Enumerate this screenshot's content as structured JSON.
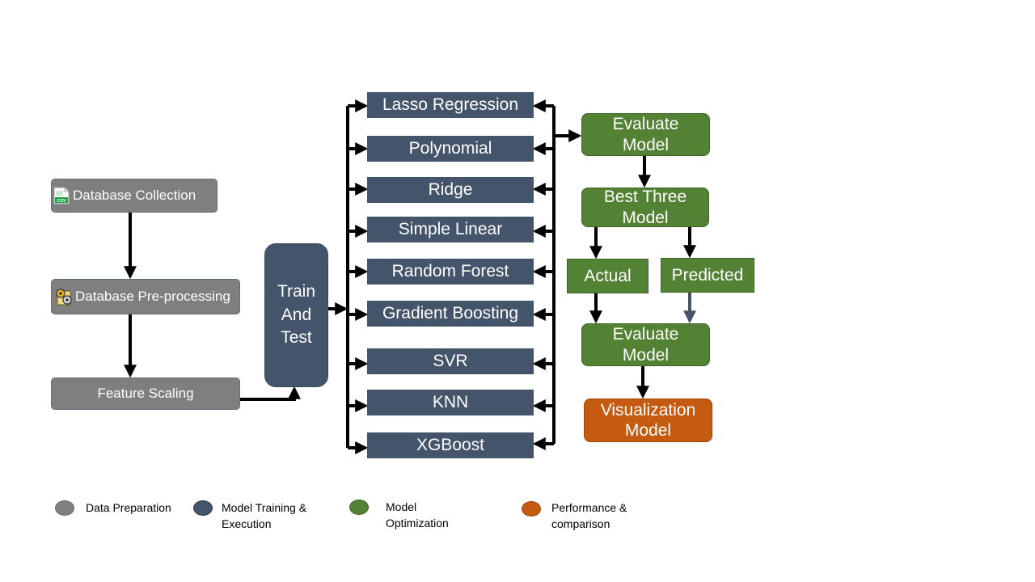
{
  "colors": {
    "data_preparation": "#7f7f7f",
    "model_training": "#44546a",
    "model_optimization": "#548235",
    "performance": "#c55a11",
    "arrow": "#000000",
    "arrow_muted": "#44546a"
  },
  "preparation": {
    "database_collection": "Database Collection",
    "database_preprocessing": "Database Pre-processing",
    "feature_scaling": "Feature Scaling",
    "csv_icon_text": "CSV"
  },
  "training": {
    "train_and_test": "Train\nAnd\nTest"
  },
  "models": [
    "Lasso Regression",
    "Polynomial",
    "Ridge",
    "Simple Linear",
    "Random Forest",
    "Gradient Boosting",
    "SVR",
    "KNN",
    "XGBoost"
  ],
  "optimization": {
    "evaluate_model_1": "Evaluate\nModel",
    "best_three_model": "Best Three\nModel",
    "actual": "Actual",
    "predicted": "Predicted",
    "evaluate_model_2": "Evaluate\nModel"
  },
  "performance": {
    "visualization_model": "Visualization\nModel"
  },
  "legend": [
    {
      "label": "Data Preparation",
      "color": "#7f7f7f"
    },
    {
      "label": "Model Training &\nExecution",
      "color": "#44546a"
    },
    {
      "label": "Model\nOptimization",
      "color": "#548235"
    },
    {
      "label": "Performance &\ncomparison",
      "color": "#c55a11"
    }
  ]
}
